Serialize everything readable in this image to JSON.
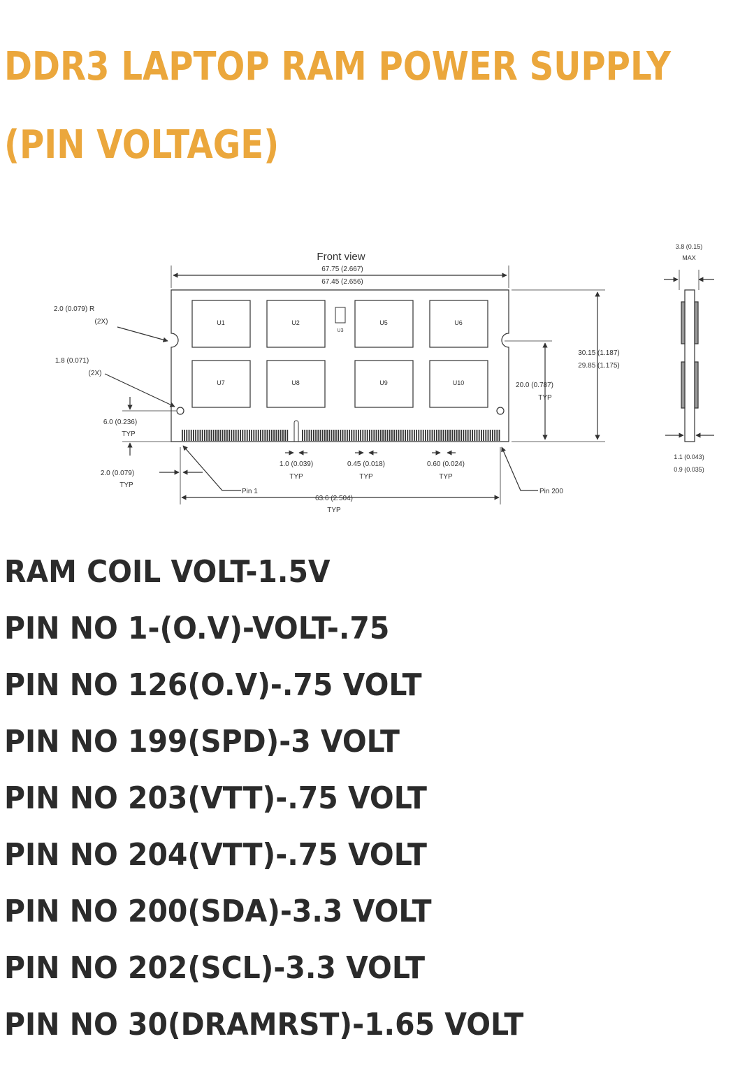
{
  "title": {
    "line1": "DDR3 LAPTOP RAM POWER SUPPLY",
    "line2": "(PIN VOLTAGE)"
  },
  "diagram": {
    "front_view": "Front view",
    "width_max": "67.75 (2.667)",
    "width_min": "67.45 (2.656)",
    "notch_radius": "2.0 (0.079) R",
    "notch_count": "(2X)",
    "hole": "1.8 (0.071)",
    "hole_count": "(2X)",
    "top_offset": "6.0 (0.236)",
    "top_offset_typ": "TYP",
    "bottom_offset": "2.0 (0.079)",
    "bottom_offset_typ": "TYP",
    "chips": [
      "U1",
      "U2",
      "U5",
      "U6",
      "U7",
      "U8",
      "U9",
      "U10"
    ],
    "small_chip": "U3",
    "height_max": "30.15 (1.187)",
    "height_min": "29.85 (1.175)",
    "hole_height": "20.0 (0.787)",
    "hole_height_typ": "TYP",
    "key_width": "1.0 (0.039)",
    "key_width_typ": "TYP",
    "pin_width": "0.45 (0.018)",
    "pin_width_typ": "TYP",
    "pin_pitch": "0.60 (0.024)",
    "pin_pitch_typ": "TYP",
    "pin1": "Pin 1",
    "pin200": "Pin 200",
    "pin_span": "63.6 (2.504)",
    "pin_span_typ": "TYP",
    "thickness": "3.8 (0.15)",
    "thickness_max": "MAX",
    "edge_max": "1.1 (0.043)",
    "edge_min": "0.9 (0.035)"
  },
  "pins": [
    "RAM COIL VOLT-1.5V",
    "PIN NO 1-(O.V)-VOLT-.75",
    "PIN NO 126(O.V)-.75 VOLT",
    "PIN NO 199(SPD)-3 VOLT",
    "PIN NO 203(VTT)-.75 VOLT",
    "PIN NO 204(VTT)-.75 VOLT",
    "PIN NO 200(SDA)-3.3 VOLT",
    "PIN NO 202(SCL)-3.3 VOLT",
    "PIN NO 30(DRAMRST)-1.65 VOLT"
  ]
}
